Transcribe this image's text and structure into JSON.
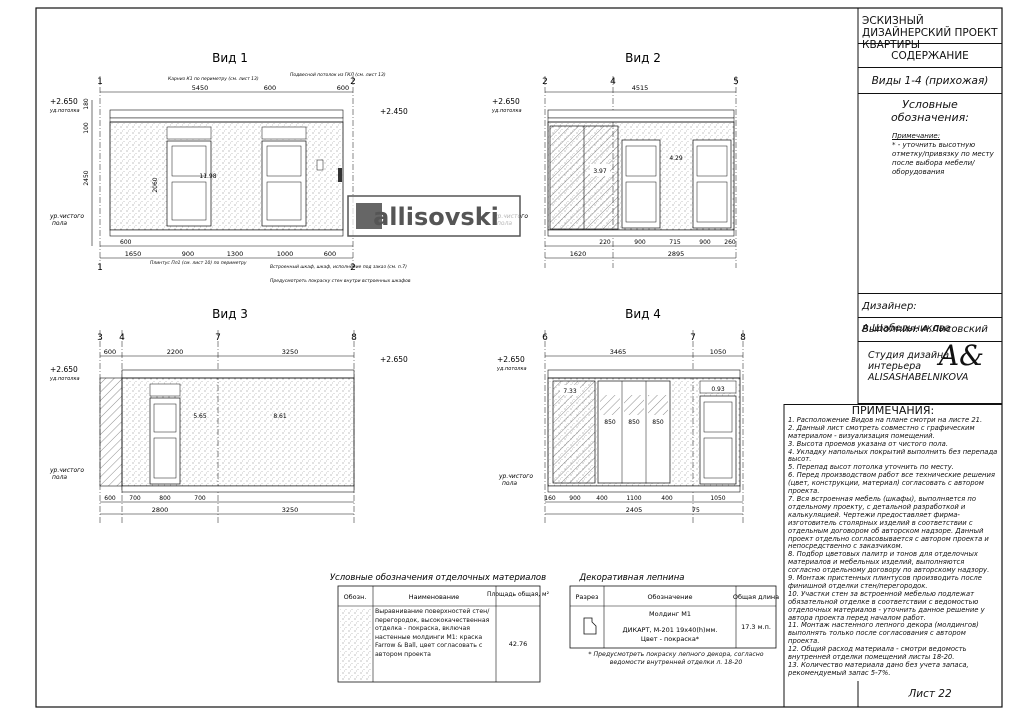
{
  "title_block": {
    "project": "ЭСКИЗНЫЙ ДИЗАЙНЕРСКИЙ ПРОЕКТ КВАРТИРЫ",
    "content": "СОДЕРЖАНИЕ",
    "views": "Виды 1-4 (прихожая)",
    "legend_title": "Условные обозначения:",
    "legend_note_title": "Примечание:",
    "legend_note": "* - уточнить высотную отметку/привязку по месту после выбора мебели/оборудования",
    "designer": "Дизайнер: А.Шабельникова",
    "executor": "Выполнил: А.Лисовский",
    "studio_1": "Студия дизайна",
    "studio_2": "интерьера",
    "studio_3": "ALISASHABELNIKOVA",
    "notes_title": "ПРИМЕЧАНИЯ:",
    "notes": [
      "1. Расположение Видов на плане смотри на листе 21.",
      "2. Данный лист смотреть совместно с графическим материалом - визуализация помещений.",
      "3. Высота проемов указана от чистого пола.",
      "4. Укладку напольных покрытий выполнить без перепада высот.",
      "5. Перепад высот потолка уточнить по месту.",
      "6. Перед производством работ все технические решения (цвет, конструкции, материал) согласовать с автором проекта.",
      "7. Вся встроенная мебель (шкафы), выполняется по отдельному проекту, с детальной разработкой и калькуляцией. Чертежи предоставляет фирма-изготовитель столярных изделий в соответствии с отдельным договором об авторском надзоре. Данный проект отдельно согласовывается с автором проекта и непосредственно с заказчиком.",
      "8. Подбор цветовых палитр и тонов для отделочных материалов и мебельных изделий, выполняются согласно отдельному договору по авторскому надзору.",
      "9. Монтаж пристенных плинтусов производить после финишной отделки стен/перегородок.",
      "10. Участки стен за встроенной мебелью подлежат обязательной отделке в соответствии с ведомостью отделочных материалов - уточнить данное решение у автора проекта перед началом работ.",
      "11. Монтаж настенного лепного декора (молдингов) выполнять только после согласования с автором проекта.",
      "12. Общий расход материала - смотри ведомость внутренней отделки помещений листы 18-20.",
      "13. Количество материала дано без учета запаса, рекомендуемый запас 5-7%."
    ],
    "sheet": "Лист 22"
  },
  "views": {
    "v1": "Вид 1",
    "v2": "Вид 2",
    "v3": "Вид 3",
    "v4": "Вид 4"
  },
  "levels": {
    "ceiling": "+2.650",
    "ceiling_sub": "уд.потолка",
    "ceiling2": "+2.450",
    "floor": "ур.чистого",
    "floor_sub": "пола"
  },
  "v1_dims": {
    "top": "5450",
    "seg_a": "600",
    "seg_b": "600",
    "bottom": [
      "1650",
      "900",
      "1300",
      "1000",
      "600"
    ],
    "areas": [
      "11.98"
    ],
    "left": [
      "180",
      "100",
      "2450",
      "2060"
    ],
    "axes": [
      "1",
      "2"
    ],
    "notes": [
      "Карниз К1 по периметру (см. лист 13)",
      "Подвесной потолок из ГКЛ (см. лист 13)",
      "Плинтус Пл1 (см. лист 10) по периметру",
      "Встроенный шкаф, шкаф, исполнение под заказ (см. п.7)",
      "Предусмотреть покраску стен внутри встроенных шкафов"
    ]
  },
  "v2_dims": {
    "top": "4515",
    "bottom": [
      "1620",
      "2895"
    ],
    "bottom2": [
      "220",
      "900",
      "715",
      "900",
      "260"
    ],
    "areas": [
      "3.97",
      "4.29"
    ],
    "axes": [
      "2",
      "4",
      "5"
    ]
  },
  "v3_dims": {
    "top_left": "600",
    "top": "2200",
    "top_right": "3250",
    "bottom": [
      "600",
      "700",
      "800",
      "700",
      "2800",
      "3250"
    ],
    "areas": [
      "5.65",
      "8.61"
    ],
    "axes": [
      "3",
      "4",
      "7",
      "8"
    ]
  },
  "v4_dims": {
    "top": "3465",
    "top_right": "1050",
    "bottom": [
      "160",
      "900",
      "400",
      "1100",
      "400",
      "1050"
    ],
    "bottom2": [
      "2405",
      "75"
    ],
    "areas": [
      "7.33",
      "0.93"
    ],
    "inner": [
      "850",
      "850",
      "850"
    ],
    "axes": [
      "6",
      "7",
      "8"
    ]
  },
  "finish_table": {
    "title": "Условные обозначения отделочных материалов",
    "headers": [
      "Обозн.",
      "Наименование",
      "Площадь общая, м²"
    ],
    "row_name": "Выравнивание поверхностей стен/перегородок, высококачественная отделка - покраска, включая настенные молдинги М1: краска Farrow & Ball, цвет согласовать с автором проекта",
    "row_area": "42.76"
  },
  "molding_table": {
    "title": "Декоративная лепнина",
    "headers": [
      "Разрез",
      "Обозначение",
      "Общая длина"
    ],
    "name": "Молдинг М1",
    "spec": "ДИКАРТ, М-201 19х40(h)мм.",
    "color": "Цвет - покраска*",
    "length": "17.3 м.п.",
    "footnote": "* Предусмотреть покраску лепного декора, согласно ведомости внутренней отделки л. 18-20"
  },
  "watermark": "allisovski"
}
